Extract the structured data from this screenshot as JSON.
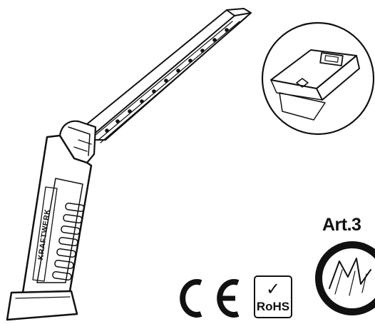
{
  "product": {
    "brand": "KRAFTWERK",
    "article_number": "Art.3"
  },
  "certifications": {
    "ce_mark": "CE",
    "rohs_check": "✓",
    "rohs_label": "RoHS"
  },
  "icons": {
    "ce": "ce-mark-icon",
    "rohs": "rohs-badge-icon",
    "brand_logo": "kraftwerk-seal-icon"
  },
  "colors": {
    "line": "#111111",
    "background": "#ffffff"
  }
}
